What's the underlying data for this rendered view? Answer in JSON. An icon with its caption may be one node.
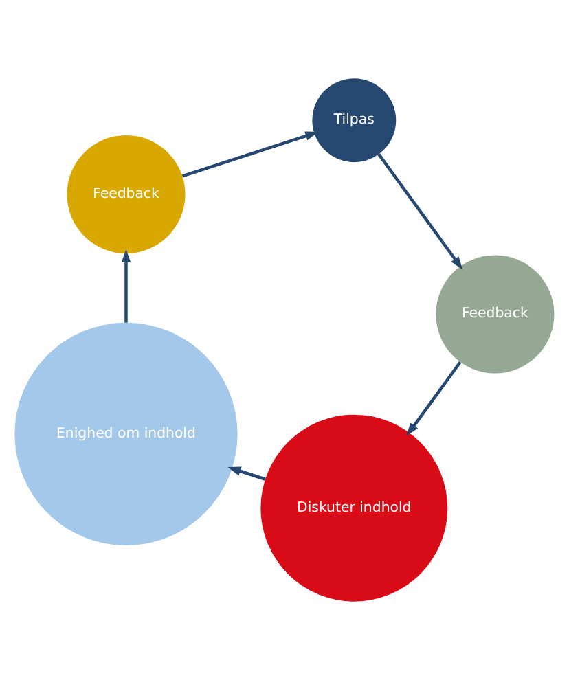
{
  "diagram": {
    "nodes": [
      {
        "text": [
          "Diskuter indhold"
        ]
      },
      {
        "text": [
          "Enighed om indhold"
        ]
      },
      {
        "text": [
          "Feedback"
        ]
      },
      {
        "text": [
          "Tilpas"
        ]
      },
      {
        "text": [
          "Feedback"
        ]
      }
    ],
    "edges": [
      {
        "from": 0,
        "to": 1,
        "arrow": "to"
      },
      {
        "from": 1,
        "to": 2,
        "arrow": "to"
      },
      {
        "from": 2,
        "to": 3,
        "arrow": "to"
      },
      {
        "from": 3,
        "to": 4,
        "arrow": "to"
      },
      {
        "from": 4,
        "to": 0,
        "arrow": "to"
      }
    ]
  }
}
